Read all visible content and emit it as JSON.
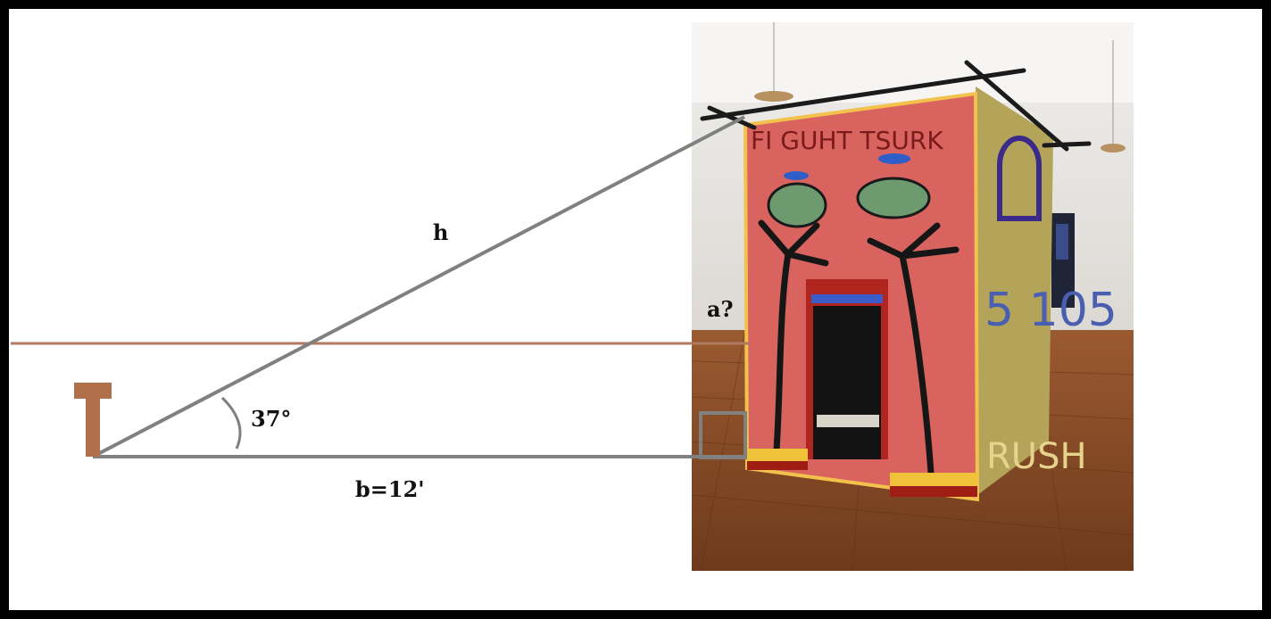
{
  "labels": {
    "hypotenuse": "h",
    "opposite": "a?",
    "angle": "37°",
    "adjacent": "b=12'"
  },
  "photo_text": {
    "banner_top": "FI GUHT TSURK",
    "side_numbers": "5 105",
    "side_letters": "RUSH"
  },
  "colors": {
    "frame": "#000000",
    "triangle_line": "#808080",
    "horizon_line": "#b07a60",
    "post": "#b0704a"
  }
}
